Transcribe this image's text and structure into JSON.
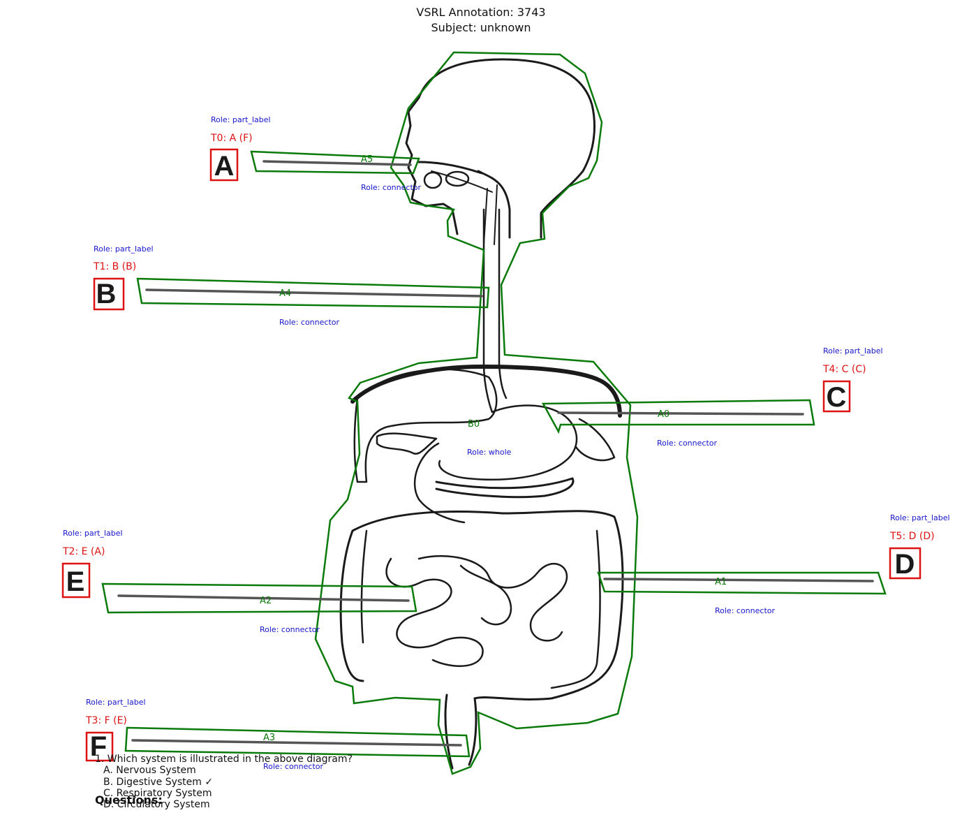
{
  "header": {
    "title": "VSRL Annotation: 3743",
    "subtitle": "Subject: unknown"
  },
  "colors": {
    "outline": "#0a7a0a",
    "label_box": "#dd1111",
    "role_text": "#1515cc",
    "drawing": "#1a1a1a"
  },
  "labels": [
    {
      "id": "T0",
      "tag": "T0: A (F)",
      "letter": "A",
      "role": "Role: part_label"
    },
    {
      "id": "T1",
      "tag": "T1: B (B)",
      "letter": "B",
      "role": "Role: part_label"
    },
    {
      "id": "T4",
      "tag": "T4: C (C)",
      "letter": "C",
      "role": "Role: part_label"
    },
    {
      "id": "T5",
      "tag": "T5: D (D)",
      "letter": "D",
      "role": "Role: part_label"
    },
    {
      "id": "T2",
      "tag": "T2: E (A)",
      "letter": "E",
      "role": "Role: part_label"
    },
    {
      "id": "T3",
      "tag": "T3: F (E)",
      "letter": "F",
      "role": "Role: part_label"
    }
  ],
  "connectors": [
    {
      "id": "A5",
      "role": "Role: connector"
    },
    {
      "id": "A4",
      "role": "Role: connector"
    },
    {
      "id": "A0",
      "role": "Role: connector"
    },
    {
      "id": "A1",
      "role": "Role: connector"
    },
    {
      "id": "A2",
      "role": "Role: connector"
    },
    {
      "id": "A3",
      "role": "Role: connector"
    }
  ],
  "whole": {
    "id": "B0",
    "role": "Role: whole"
  },
  "questions": {
    "heading": "Questions:",
    "items": [
      {
        "text": "1. Which system is illustrated in the above diagram?",
        "options": [
          "A. Nervous System",
          "B. Digestive System ✓",
          "C. Respiratory System",
          "D. Circulatory System"
        ]
      }
    ]
  }
}
